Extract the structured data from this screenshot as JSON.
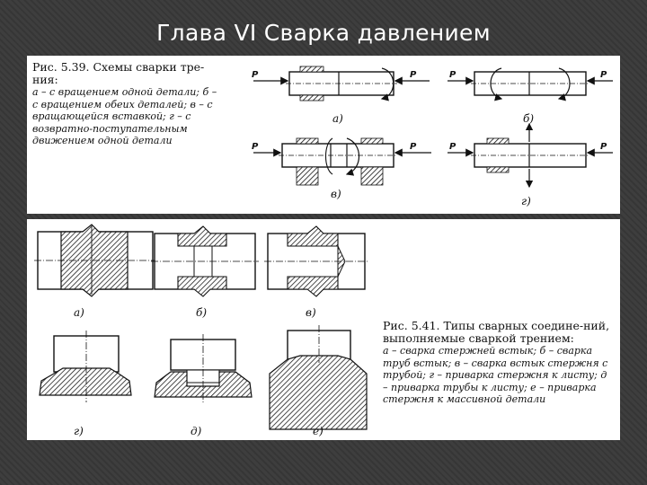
{
  "slide": {
    "title": "Глава VI Сварка давлением"
  },
  "figure_539": {
    "caption_head": "Рис. 5.39. Схемы сварки тре-ния:",
    "caption_body": "а – с вращением одной детали; б – с вращением обеих деталей; в – с вращающейся вставкой; г – с возвратно-поступательным движением одной детали",
    "force_label": "P",
    "sub_labels": [
      "а)",
      "б)",
      "в)",
      "г)"
    ]
  },
  "figure_541": {
    "caption_head": "Рис. 5.41. Типы сварных соедине-ний, выполняемые сваркой трением:",
    "caption_body": "а – сварка стержней встык; б – сварка труб встык; в – сварка встык стержня с трубой; г – приварка стержня к листу; д – приварка трубы к листу; е – приварка стержня к массивной детали",
    "sub_labels": [
      "а)",
      "б)",
      "в)",
      "г)",
      "д)",
      "е)"
    ]
  },
  "colors": {
    "background": "#3a3a3a",
    "panel": "#ffffff",
    "title_text": "#ffffff",
    "ink": "#111111"
  }
}
